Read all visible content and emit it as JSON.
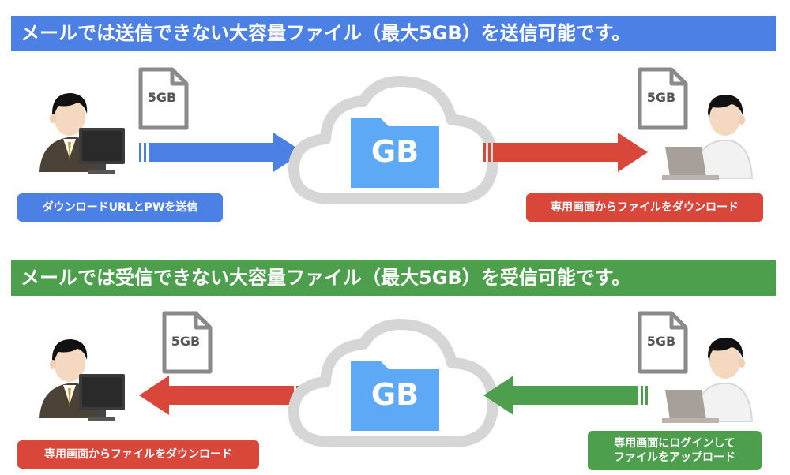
{
  "section1": {
    "banner": "メールでは送信できない大容量ファイル（最大5GB）を送信可能です。",
    "left_doc": "5GB",
    "cloud_label": "GB",
    "right_doc": "5GB",
    "left_pill": "ダウンロードURLとPWを送信",
    "right_pill": "専用画面からファイルをダウンロード"
  },
  "section2": {
    "banner": "メールでは受信できない大容量ファイル（最大5GB）を受信可能です。",
    "left_doc": "5GB",
    "cloud_label": "GB",
    "right_doc": "5GB",
    "left_pill": "専用画面からファイルをダウンロード",
    "right_pill_line1": "専用画面にログインして",
    "right_pill_line2": "ファイルをアップロード"
  },
  "colors": {
    "blue": "#4c80e4",
    "red": "#d9473b",
    "green": "#4d9f4d",
    "cloud_fill": "#ffffff",
    "cloud_stroke": "#d6d6d6",
    "folder": "#5ea9f5"
  },
  "icons": [
    "document-icon",
    "cloud-icon",
    "folder-icon",
    "office-worker-desktop-icon",
    "casual-user-laptop-icon",
    "arrow-icon"
  ]
}
